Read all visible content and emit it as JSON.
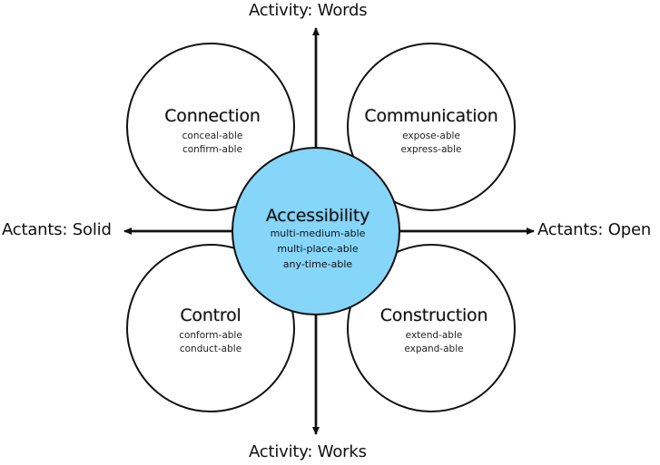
{
  "colors": {
    "center_fill": "#86D6FA",
    "circle_fill": "#FFFFFF",
    "stroke": "#111111"
  },
  "axes": {
    "top": "Activity: Words",
    "bottom": "Activity: Works",
    "left": "Actants: Solid",
    "right": "Actants: Open"
  },
  "center": {
    "title": "Accessibility",
    "items": [
      "multi-medium-able",
      "multi-place-able",
      "any-time-able"
    ]
  },
  "quadrants": {
    "top_left": {
      "title": "Connection",
      "items": [
        "conceal-able",
        "confirm-able"
      ]
    },
    "top_right": {
      "title": "Communication",
      "items": [
        "expose-able",
        "express-able"
      ]
    },
    "bottom_left": {
      "title": "Control",
      "items": [
        "conform-able",
        "conduct-able"
      ]
    },
    "bottom_right": {
      "title": "Construction",
      "items": [
        "extend-able",
        "expand-able"
      ]
    }
  }
}
